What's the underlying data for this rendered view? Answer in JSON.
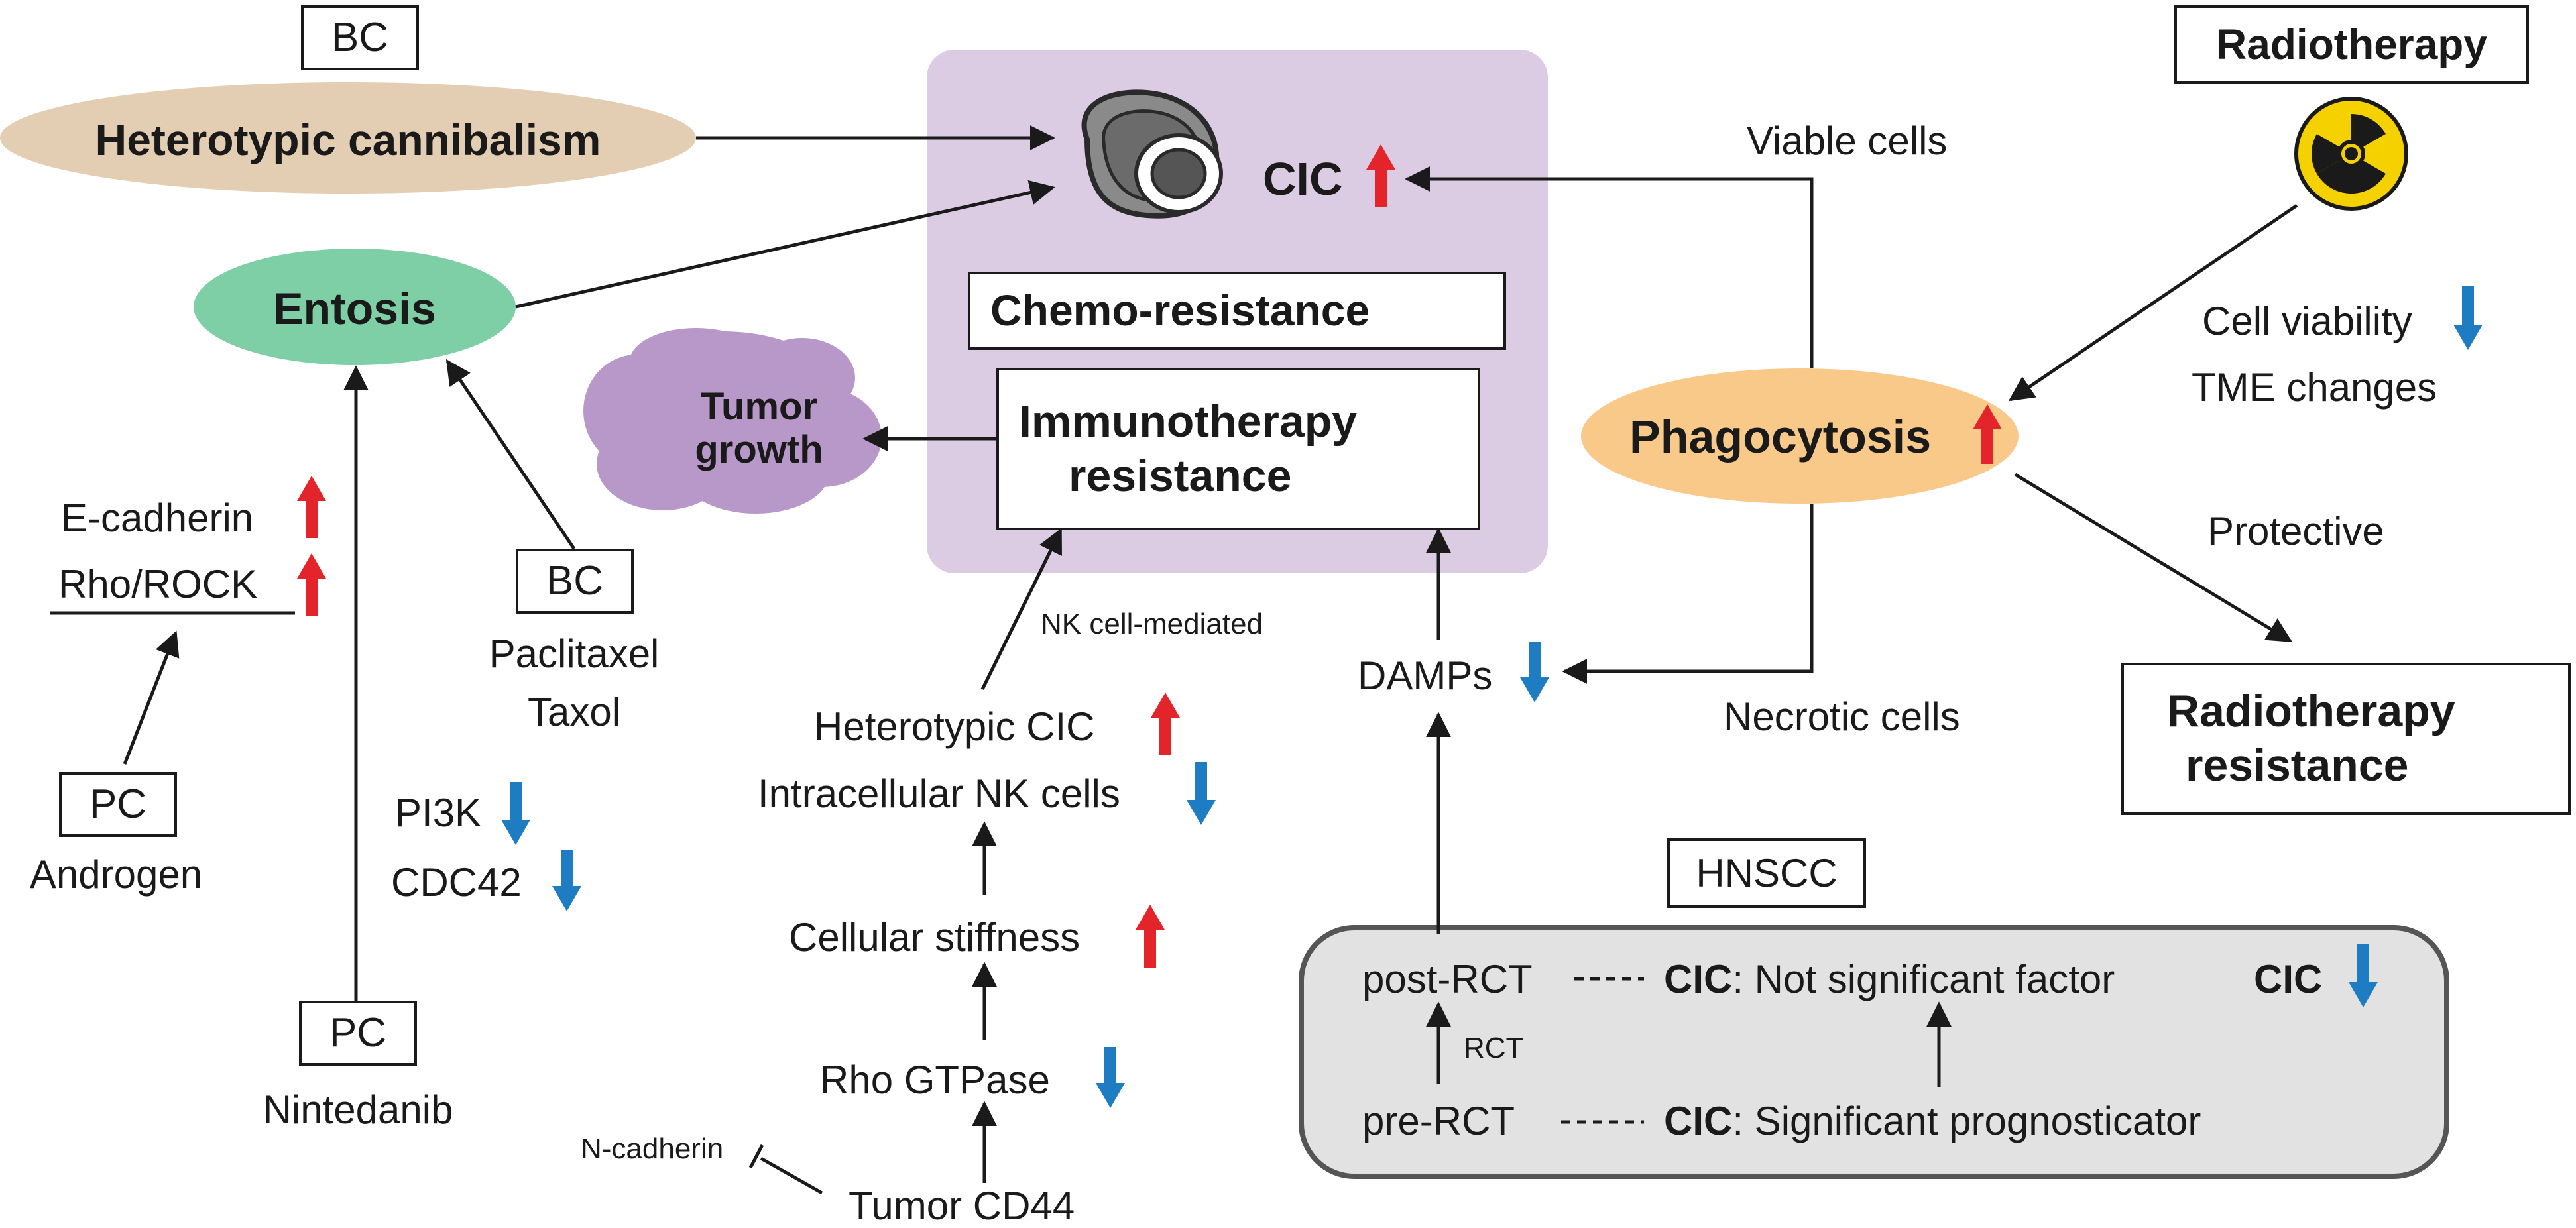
{
  "colors": {
    "central_panel": "#DCCCE3",
    "heterotypic_oval": "#E3CDB3",
    "entosis_oval": "#7ECFA6",
    "phagocytosis_oval": "#F9C98A",
    "tumor_cloud": "#B897C9",
    "hnscc_panel": "#E2E2E2",
    "up_arrow": "#E3242B",
    "down_arrow": "#1E7CC2",
    "line": "#1a1a1a"
  },
  "icons": {
    "cell": "cell-in-cell-icon",
    "radiation": "radiation-hazard-icon",
    "up": "red-up-arrow-icon",
    "down": "blue-down-arrow-icon"
  },
  "labels": {
    "bc_top": "BC",
    "heterotypic": "Heterotypic cannibalism",
    "entosis": "Entosis",
    "e_cadherin": "E-cadherin",
    "rho_rock": "Rho/ROCK",
    "pc_left": "PC",
    "androgen": "Androgen",
    "bc_mid": "BC",
    "paclitaxel": "Paclitaxel",
    "taxol": "Taxol",
    "pi3k": "PI3K",
    "cdc42": "CDC42",
    "pc_bottom": "PC",
    "nintedanib": "Nintedanib",
    "cic": "CIC",
    "chemo": "Chemo-resistance",
    "immuno_line1": "Immunotherapy",
    "immuno_line2": "resistance",
    "tumor_line1": "Tumor",
    "tumor_line2": "growth",
    "nk_mediated": "NK cell-mediated",
    "het_cic": "Heterotypic CIC",
    "intra_nk": "Intracellular NK cells",
    "stiffness": "Cellular stiffness",
    "rho_gtpase": "Rho GTPase",
    "tumor_cd44": "Tumor CD44",
    "n_cadherin": "N-cadherin",
    "viable": "Viable cells",
    "damps": "DAMPs",
    "necrotic": "Necrotic cells",
    "radiotherapy": "Radiotherapy",
    "cell_viability": "Cell viability",
    "tme": "TME changes",
    "phago": "Phagocytosis",
    "protective": "Protective",
    "rt_res_line1": "Radiotherapy",
    "rt_res_line2": "resistance",
    "hnscc": "HNSCC",
    "post_rct": "post-RCT",
    "pre_rct": "pre-RCT",
    "rct": "RCT",
    "cic_a": "CIC",
    "not_sig": ": Not significant factor",
    "cic_b": "CIC",
    "sig": ": Significant prognosticator",
    "cic_c": "CIC"
  }
}
